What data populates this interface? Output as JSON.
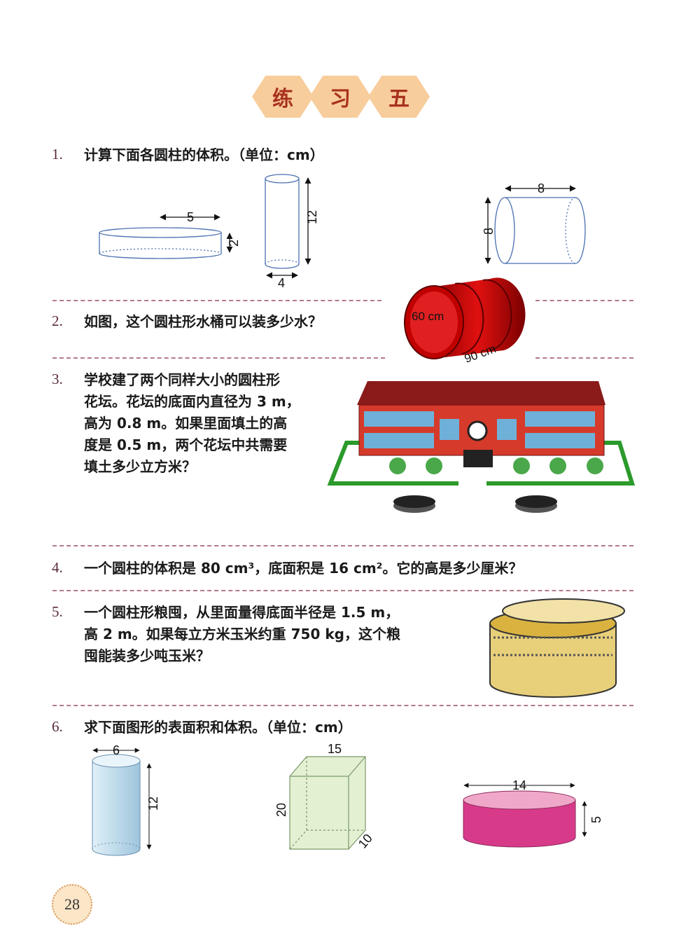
{
  "title": {
    "chars": [
      "练",
      "习",
      "五"
    ]
  },
  "questions": [
    {
      "number": "1.",
      "lines": [
        "计算下面各圆柱的体积。（单位：cm）"
      ],
      "figures": [
        {
          "diameter": "5",
          "height": "2"
        },
        {
          "diameter": "4",
          "height": "12"
        },
        {
          "diameter": "8",
          "length": "8"
        }
      ]
    },
    {
      "number": "2.",
      "lines": [
        "如图，这个圆柱形水桶可以装多少水？"
      ],
      "figure": {
        "diameter": "60 cm",
        "length": "90 cm"
      }
    },
    {
      "number": "3.",
      "lines": [
        "学校建了两个同样大小的圆柱形",
        "花坛。花坛的底面内直径为 3 m，",
        "高为 0.8 m。如果里面填土的高",
        "度是 0.5 m，两个花坛中共需要",
        "填土多少立方米？"
      ]
    },
    {
      "number": "4.",
      "lines": [
        "一个圆柱的体积是 80 cm³，底面积是 16 cm²。它的高是多少厘米？"
      ]
    },
    {
      "number": "5.",
      "lines": [
        "一个圆柱形粮囤，从里面量得底面半径是 1.5 m，",
        "高 2 m。如果每立方米玉米约重 750 kg，这个粮",
        "囤能装多少吨玉米？"
      ]
    },
    {
      "number": "6.",
      "lines": [
        "求下面图形的表面积和体积。（单位：cm）"
      ],
      "figures": [
        {
          "diameter": "6",
          "height": "12"
        },
        {
          "length": "15",
          "height": "20",
          "width": "10"
        },
        {
          "diameter": "14",
          "height": "5"
        }
      ]
    }
  ],
  "page_number": "28"
}
